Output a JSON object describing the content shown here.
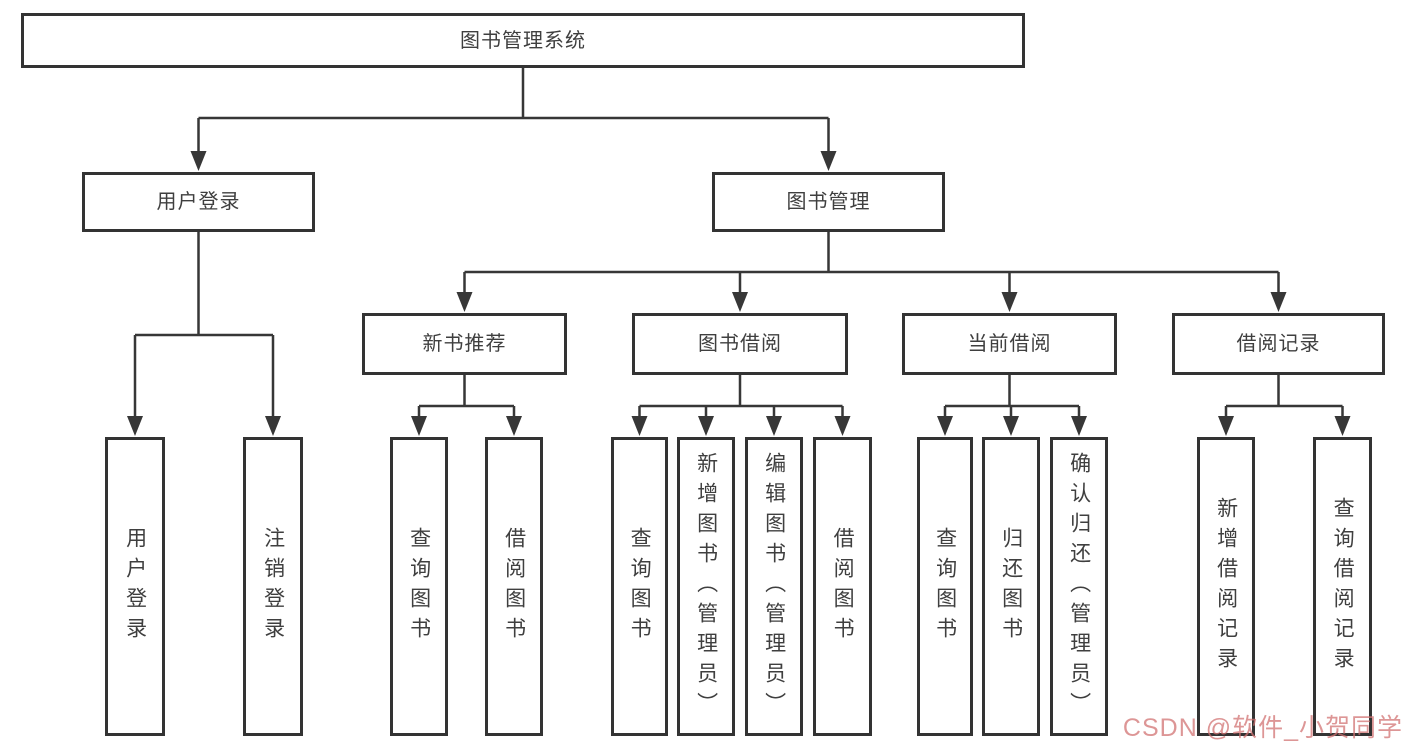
{
  "diagram": {
    "title": "图书管理系统",
    "colors": {
      "line": "#373737",
      "box_border": "#333333",
      "text": "#3f3f3f",
      "background": "#ffffff",
      "watermark": "#d27373"
    },
    "nodes": {
      "root": {
        "label": "图书管理系统"
      },
      "user_login": {
        "label": "用户登录"
      },
      "book_mgmt": {
        "label": "图书管理"
      },
      "new_book_rec": {
        "label": "新书推荐"
      },
      "book_borrow": {
        "label": "图书借阅"
      },
      "current_borrow": {
        "label": "当前借阅"
      },
      "borrow_records": {
        "label": "借阅记录"
      },
      "leaf_user_login": {
        "label": "用户登录"
      },
      "leaf_logout": {
        "label": "注销登录"
      },
      "leaf_nbr_query": {
        "label": "查询图书"
      },
      "leaf_nbr_borrow": {
        "label": "借阅图书"
      },
      "leaf_bb_query": {
        "label": "查询图书"
      },
      "leaf_bb_add": {
        "label": "新增图书（管理员）"
      },
      "leaf_bb_edit": {
        "label": "编辑图书（管理员）"
      },
      "leaf_bb_borrow": {
        "label": "借阅图书"
      },
      "leaf_cb_query": {
        "label": "查询图书"
      },
      "leaf_cb_return": {
        "label": "归还图书"
      },
      "leaf_cb_confirm": {
        "label": "确认归还（管理员）"
      },
      "leaf_br_add": {
        "label": "新增借阅记录"
      },
      "leaf_br_query": {
        "label": "查询借阅记录"
      }
    },
    "watermark": {
      "text": "CSDN @软件_小贺同学"
    }
  }
}
